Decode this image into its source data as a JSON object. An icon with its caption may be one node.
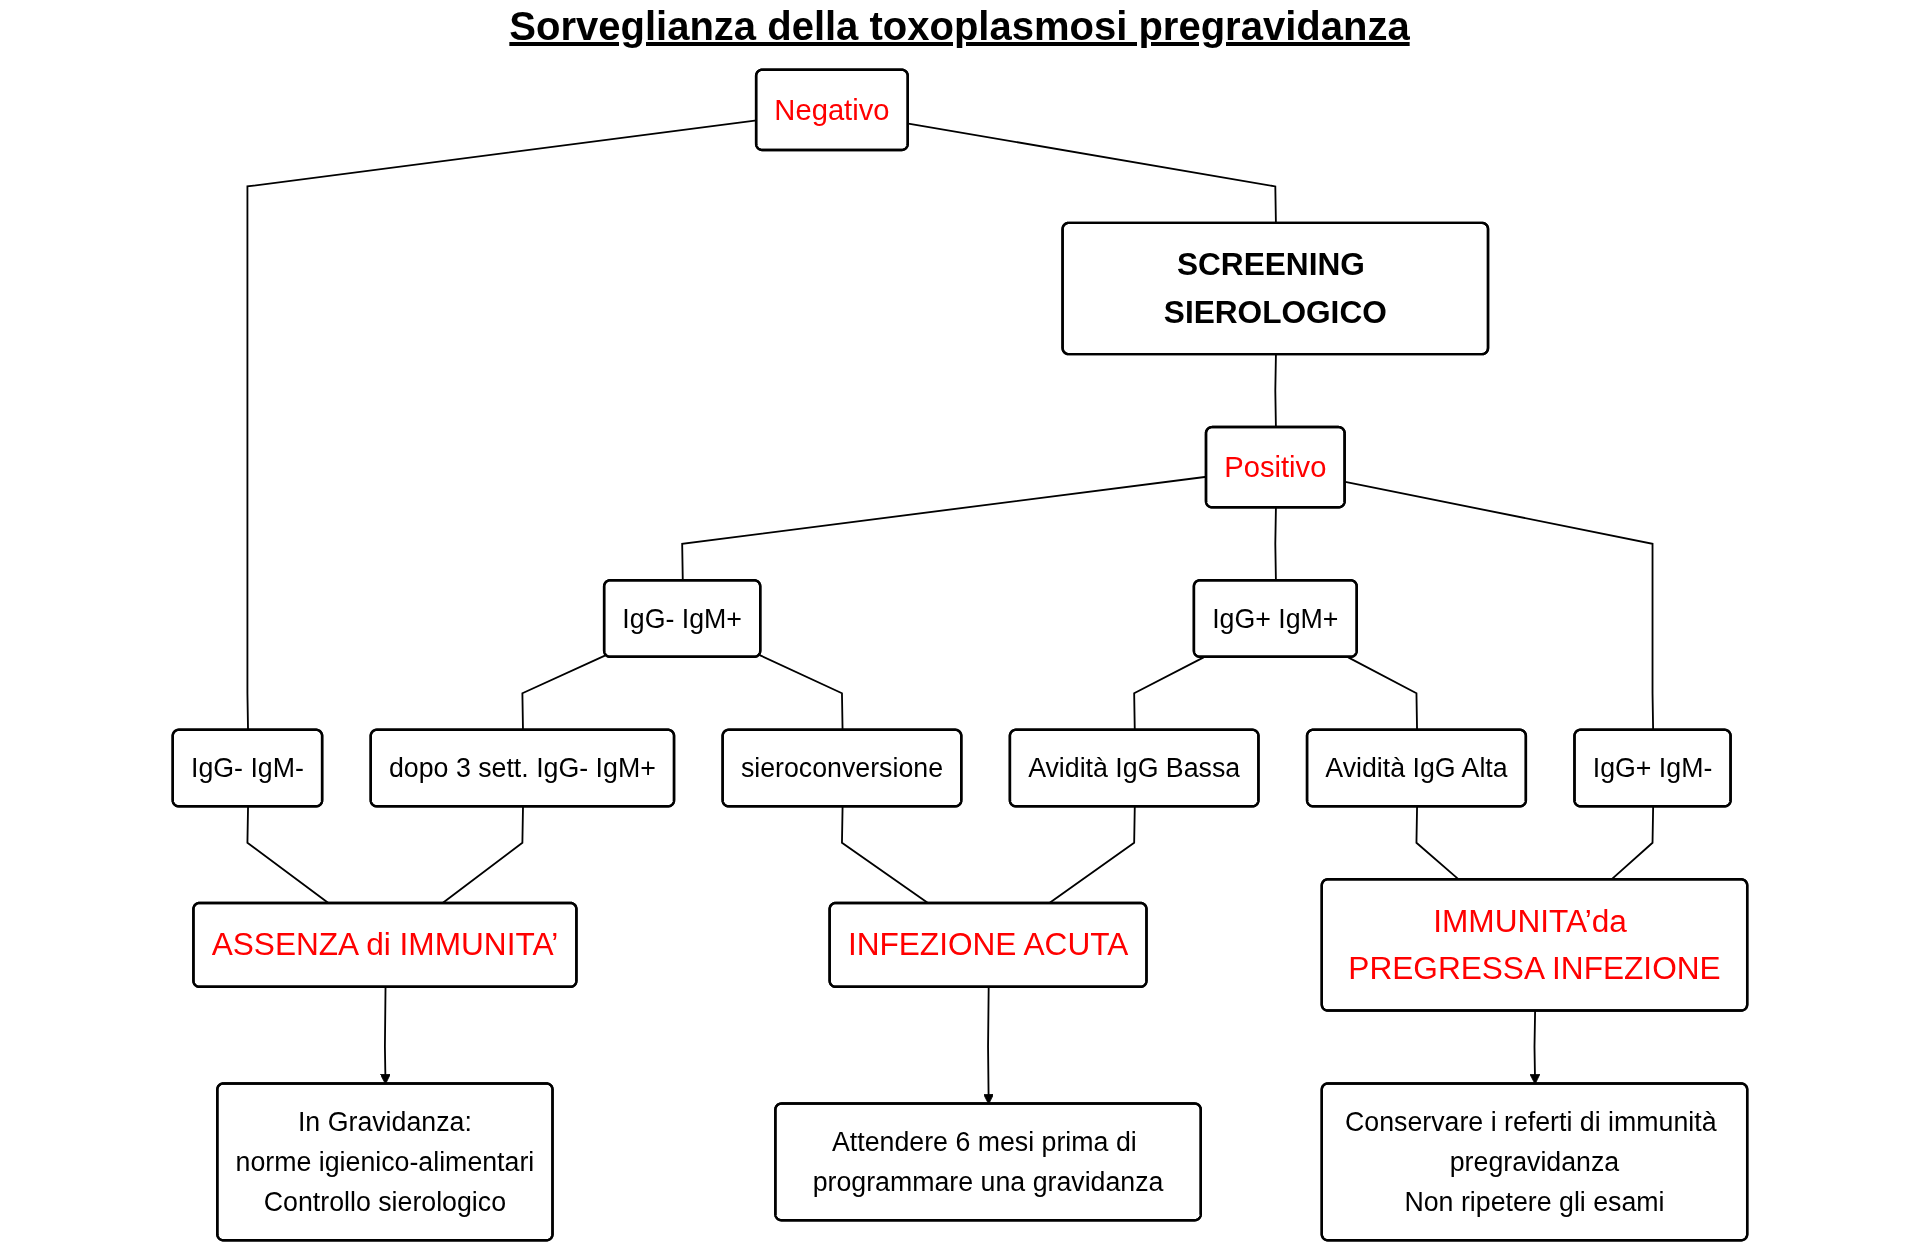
{
  "diagram": {
    "title": "Sorveglianza della toxoplasmosi pregravidanza",
    "nodes": [
      {
        "text": [
          "SCREENING SIEROLOGICO"
        ]
      },
      {
        "text": [
          "Negativo"
        ]
      },
      {
        "text": [
          "Positivo"
        ]
      },
      {
        "text": [
          "IgG- IgM-"
        ]
      },
      {
        "text": [
          "IgG- IgM+"
        ]
      },
      {
        "text": [
          "IgG+ IgM+"
        ]
      },
      {
        "text": [
          "IgG+ IgM-"
        ]
      },
      {
        "text": [
          "dopo 3 sett. IgG- IgM+"
        ]
      },
      {
        "text": [
          "sieroconversione"
        ]
      },
      {
        "text": [
          "Avidità IgG Bassa"
        ]
      },
      {
        "text": [
          "Avidità IgG Alta"
        ]
      },
      {
        "text": [
          "ASSENZA di IMMUNITA’"
        ]
      },
      {
        "text": [
          "INFEZIONE ACUTA"
        ]
      },
      {
        "text": [
          "IMMUNITA’da PREGRESSA INFEZIONE"
        ]
      },
      {
        "text": [
          "In Gravidanza:",
          "norme igienico-alimentari",
          "Controllo sierologico"
        ]
      },
      {
        "text": [
          "Attendere 6 mesi prima di programmare una gravidanza"
        ]
      },
      {
        "text": [
          "Conservare i referti di immunità pregravidanza",
          "Non ripetere gli esami"
        ]
      }
    ],
    "edges": [
      {
        "from": 1,
        "to": 0,
        "arrow": "none"
      },
      {
        "from": 0,
        "to": 2,
        "arrow": "none"
      },
      {
        "from": 1,
        "to": 3,
        "arrow": "none"
      },
      {
        "from": 2,
        "to": 4,
        "arrow": "none"
      },
      {
        "from": 2,
        "to": 5,
        "arrow": "none"
      },
      {
        "from": 2,
        "to": 6,
        "arrow": "none"
      },
      {
        "from": 4,
        "to": 7,
        "arrow": "none"
      },
      {
        "from": 4,
        "to": 8,
        "arrow": "none"
      },
      {
        "from": 5,
        "to": 9,
        "arrow": "none"
      },
      {
        "from": 5,
        "to": 10,
        "arrow": "none"
      },
      {
        "from": 3,
        "to": 11,
        "arrow": "none"
      },
      {
        "from": 7,
        "to": 11,
        "arrow": "none"
      },
      {
        "from": 8,
        "to": 12,
        "arrow": "none"
      },
      {
        "from": 9,
        "to": 12,
        "arrow": "none"
      },
      {
        "from": 10,
        "to": 13,
        "arrow": "none"
      },
      {
        "from": 6,
        "to": 13,
        "arrow": "none"
      },
      {
        "from": 11,
        "to": 14,
        "arrow": "to"
      },
      {
        "from": 12,
        "to": 15,
        "arrow": "to"
      },
      {
        "from": 13,
        "to": 16,
        "arrow": "to"
      }
    ]
  }
}
